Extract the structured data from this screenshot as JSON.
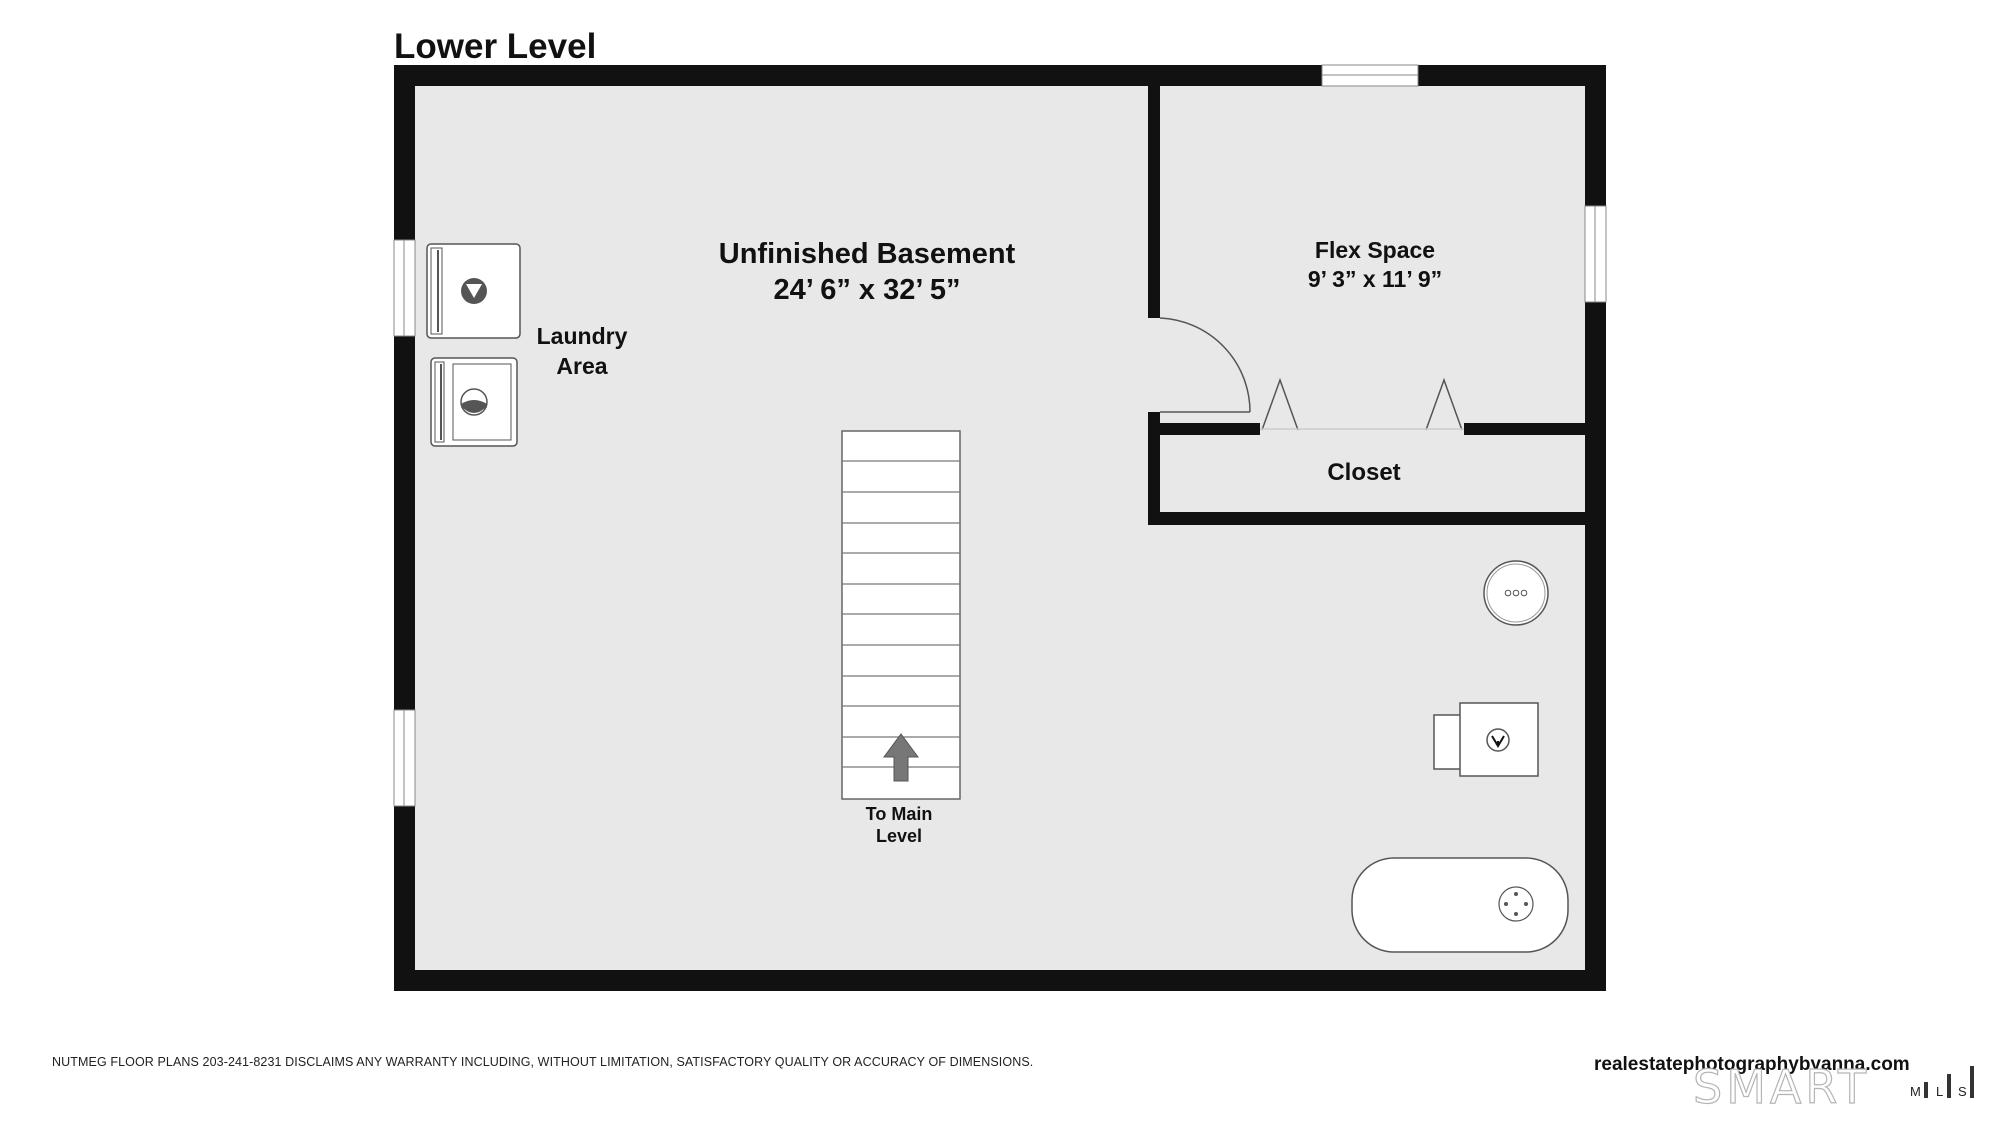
{
  "title": "Lower Level",
  "rooms": {
    "basement": {
      "name": "Unfinished Basement",
      "dims": "24’ 6” x 32’ 5”"
    },
    "flex": {
      "name": "Flex Space",
      "dims": "9’ 3” x 11’ 9”"
    },
    "closet": {
      "name": "Closet"
    },
    "laundry": {
      "line1": "Laundry",
      "line2": "Area"
    }
  },
  "stairs": {
    "line1": "To Main",
    "line2": "Level"
  },
  "footer": {
    "disclaimer": "NUTMEG FLOOR PLANS 203-241-8231 DISCLAIMS ANY WARRANTY INCLUDING, WITHOUT LIMITATION, SATISFACTORY QUALITY OR ACCURACY OF DIMENSIONS.",
    "website": "realestatephotographybyanna.com",
    "logo_text": "SMART",
    "logo_letters": [
      "M",
      "L",
      "S"
    ]
  },
  "colors": {
    "wall": "#111111",
    "floor": "#e8e8e8",
    "fixture": "#555555"
  }
}
